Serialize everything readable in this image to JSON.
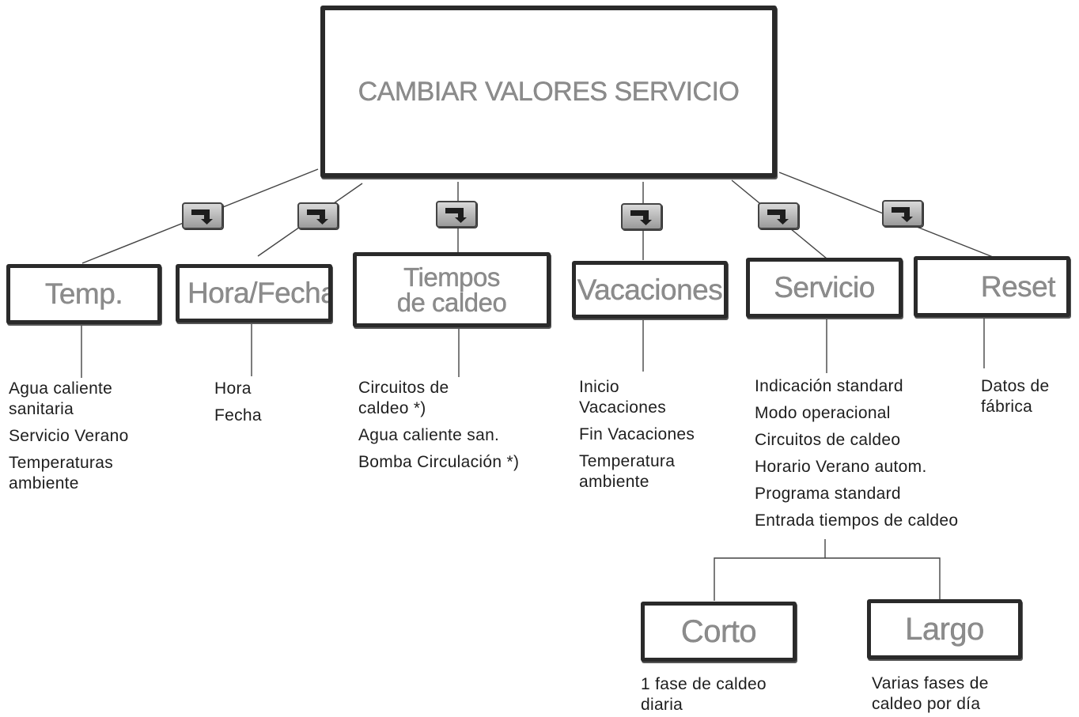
{
  "root": {
    "title": "CAMBIAR VALORES SERVICIO"
  },
  "menus": [
    {
      "label": "Temp.",
      "items": [
        "Agua caliente sanitaria",
        "Servicio Verano",
        "Temperaturas ambiente"
      ]
    },
    {
      "label": "Hora/Fecha",
      "items": [
        "Hora",
        "Fecha"
      ]
    },
    {
      "label": "Tiempos de caldeo",
      "items": [
        "Circuitos de caldeo *)",
        "Agua caliente san.",
        "Bomba Circulación *)"
      ]
    },
    {
      "label": "Vacaciones",
      "items": [
        "Inicio Vacaciones",
        "Fin Vacaciones",
        "Temperatura ambiente"
      ]
    },
    {
      "label": "Servicio",
      "items": [
        "Indicación standard",
        "Modo operacional",
        "Circuitos de caldeo",
        "Horario Verano autom.",
        "Programa standard",
        "Entrada tiempos de caldeo"
      ]
    },
    {
      "label": "Reset",
      "items": [
        "Datos de fábrica"
      ]
    }
  ],
  "sub_menus": [
    {
      "label": "Corto",
      "description": "1 fase de caldeo diaria"
    },
    {
      "label": "Largo",
      "description": "Varias fases de caldeo por día"
    }
  ],
  "key_icon": "enter-key-icon",
  "colors": {
    "border": "#2a2a2a",
    "lcd_text": "#8c8c8c",
    "body_text": "#1e1e1e",
    "line": "#444444"
  }
}
